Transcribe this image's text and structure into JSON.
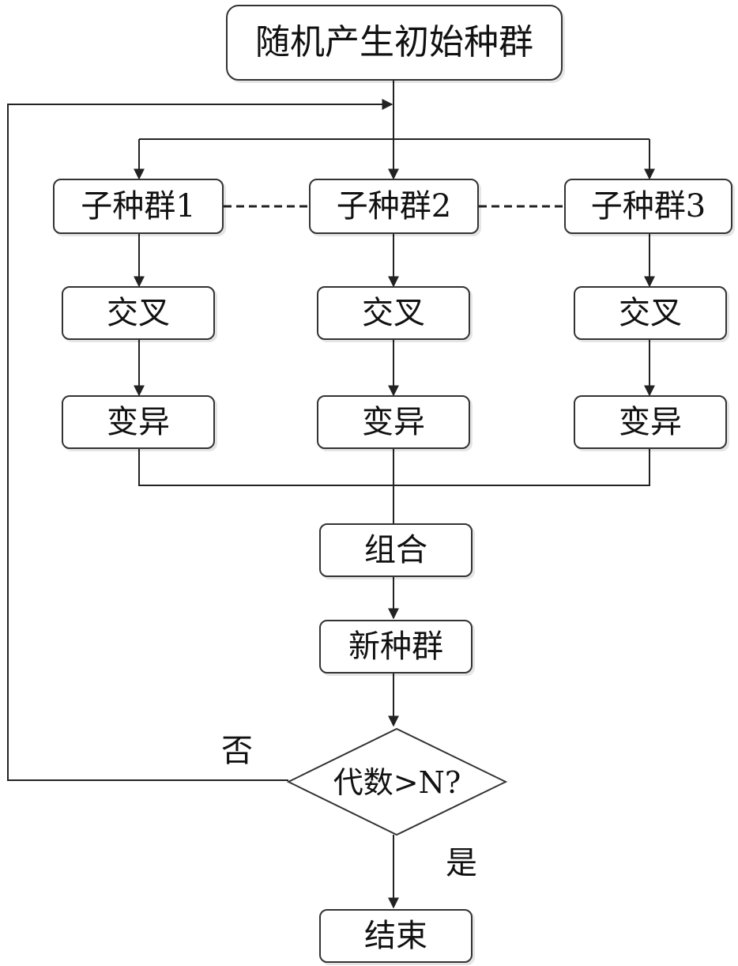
{
  "diagram": {
    "start": "随机产生初始种群",
    "subpopulations": [
      "子种群1",
      "子种群2",
      "子种群3"
    ],
    "crossover": "交叉",
    "mutation": "变异",
    "combine": "组合",
    "new_population": "新种群",
    "decision": "代数>N?",
    "no_label": "否",
    "yes_label": "是",
    "end": "结束"
  }
}
